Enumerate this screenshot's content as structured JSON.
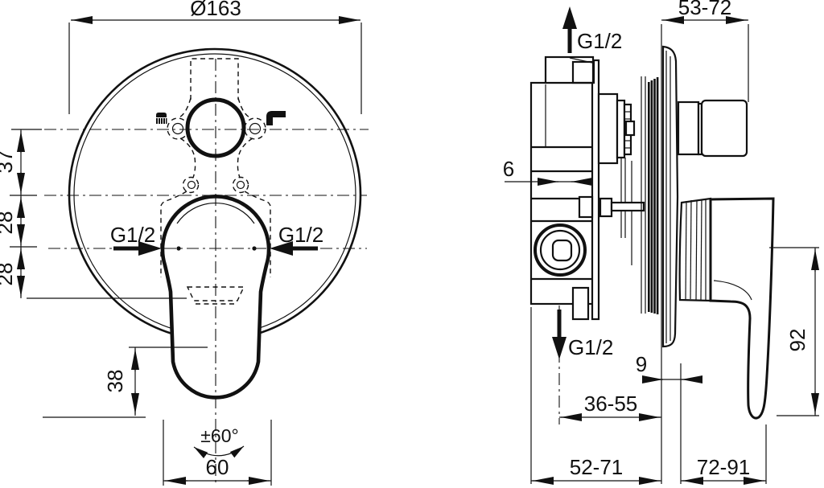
{
  "front_view": {
    "diameter": "Ø163",
    "dims_vertical": [
      "37",
      "28",
      "28"
    ],
    "port_left": "G1/2",
    "port_right": "G1/2",
    "handle_tip_dim": "38",
    "swing_angle": "±60°",
    "handle_width": "60"
  },
  "side_view": {
    "top_port": "G1/2",
    "top_range": "53-72",
    "axis_offset": "6",
    "bottom_port": "G1/2",
    "plate_depth": "9",
    "wall_range": "36-55",
    "body_range": "52-71",
    "handle_range": "72-91",
    "handle_height": "92"
  },
  "icons": [
    "brush-icon",
    "hex-key-icon"
  ],
  "colors": {
    "line": "#111111",
    "background": "#ffffff"
  }
}
